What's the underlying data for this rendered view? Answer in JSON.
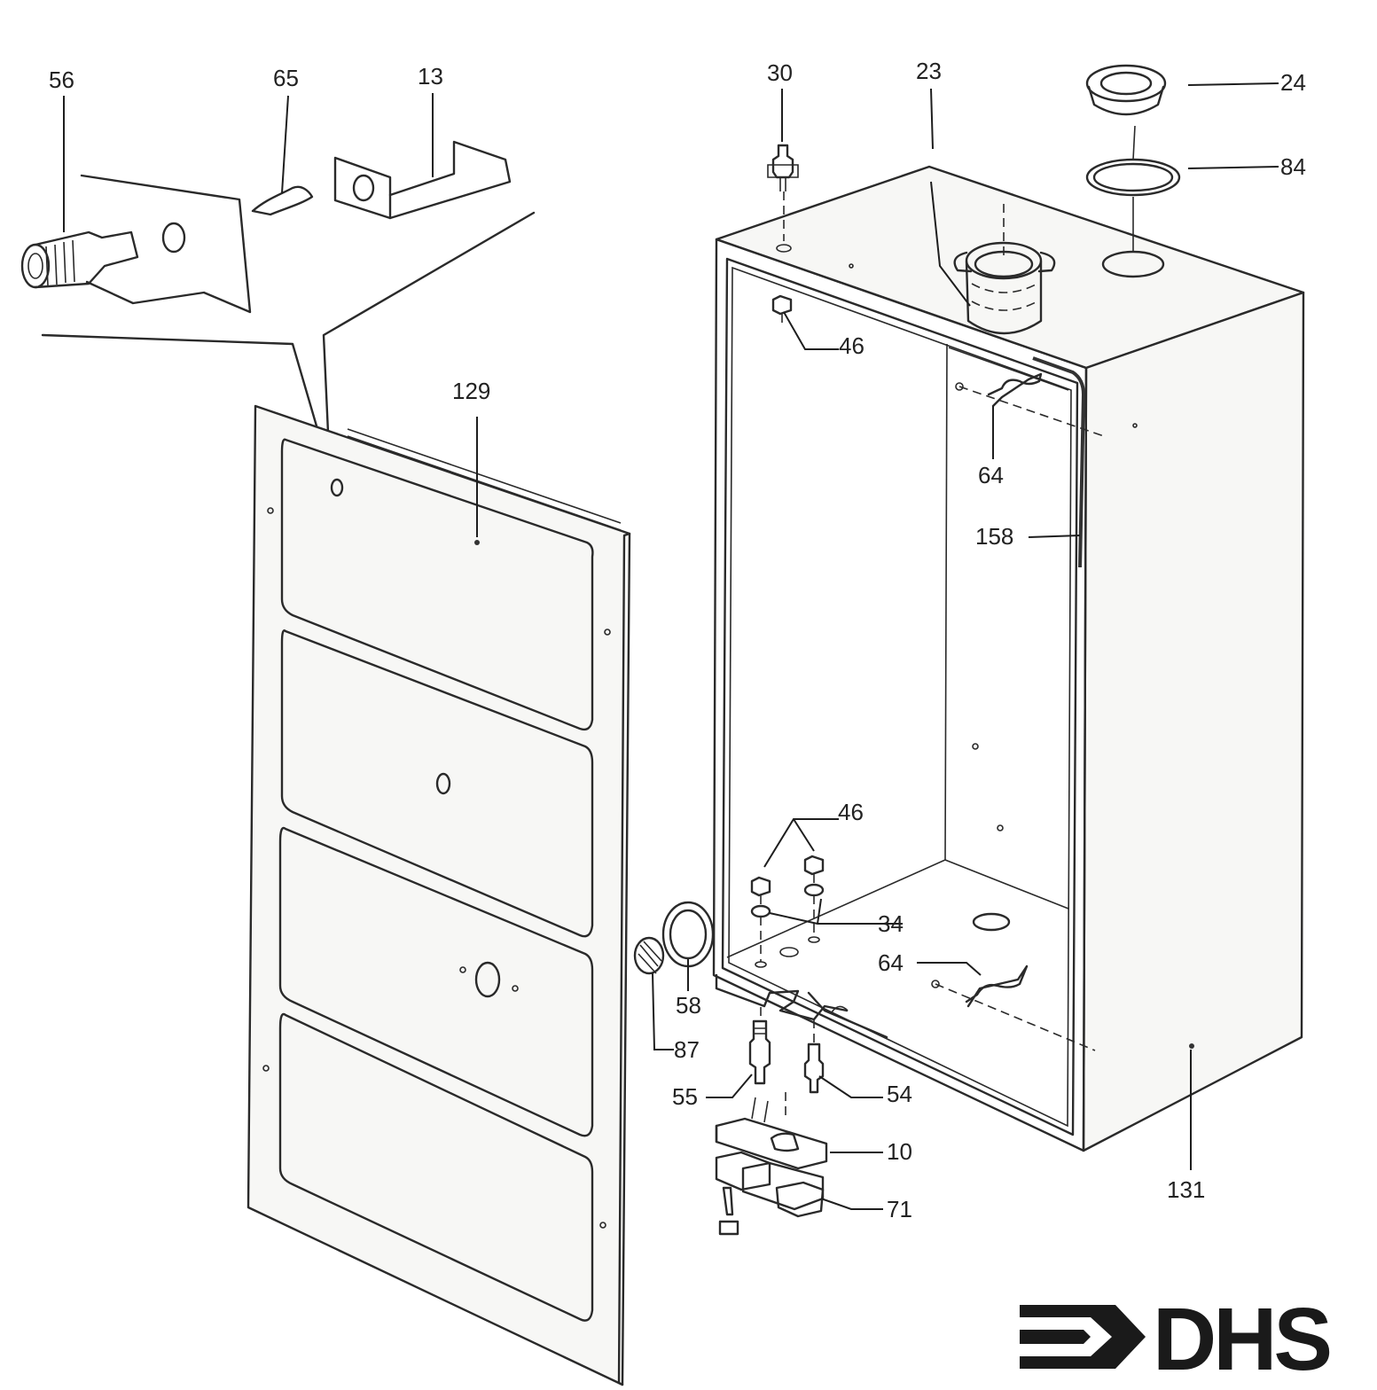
{
  "callouts": {
    "c56": "56",
    "c65": "65",
    "c13": "13",
    "c30": "30",
    "c23": "23",
    "c24": "24",
    "c84": "84",
    "c46a": "46",
    "c64a": "64",
    "c129": "129",
    "c158": "158",
    "c46b": "46",
    "c34": "34",
    "c64b": "64",
    "c58": "58",
    "c87": "87",
    "c55": "55",
    "c54": "54",
    "c10": "10",
    "c71": "71",
    "c131": "131"
  },
  "logo": {
    "text": "DHS"
  }
}
